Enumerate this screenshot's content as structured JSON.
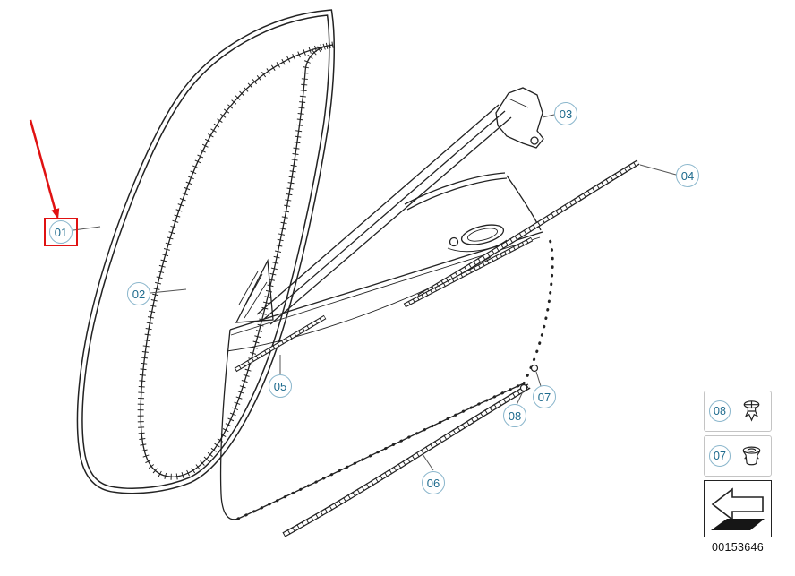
{
  "callouts": {
    "c01": "01",
    "c02": "02",
    "c03": "03",
    "c04": "04",
    "c05": "05",
    "c06": "06",
    "c07": "07",
    "c08": "08"
  },
  "legend": {
    "row1_label": "08",
    "row1_icon": "expanding-rivet-clip-icon",
    "row2_label": "07",
    "row2_icon": "grommet-clip-icon",
    "arrow_icon": "installation-direction-arrow-icon",
    "part_number": "00153646"
  },
  "colors": {
    "callout": "#1d6a8d",
    "callout_border": "#8ab6cc",
    "highlight": "#e01212",
    "line": "#222222"
  }
}
